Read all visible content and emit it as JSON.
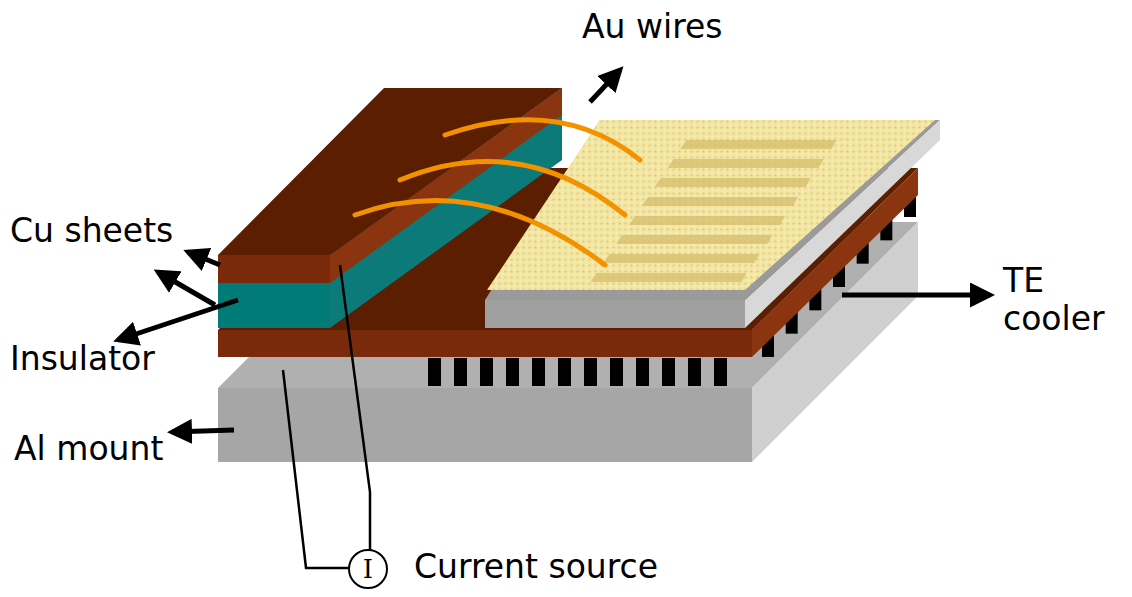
{
  "diagram": {
    "nodes": [
      {
        "text": [
          "I"
        ]
      }
    ],
    "labels": [
      "Au wires",
      "Cu sheets",
      "Insulator",
      "TE cooler",
      "Al mount",
      "Current source"
    ]
  }
}
